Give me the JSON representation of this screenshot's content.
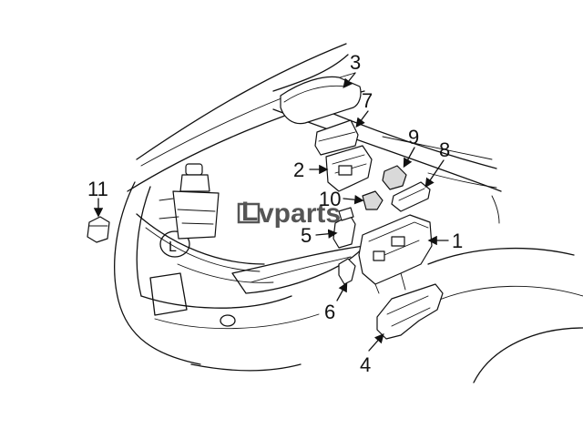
{
  "watermark": {
    "logo_letter": "L",
    "text": "vparts"
  },
  "callouts": [
    {
      "id": "1",
      "label": "1"
    },
    {
      "id": "2",
      "label": "2"
    },
    {
      "id": "3",
      "label": "3"
    },
    {
      "id": "4",
      "label": "4"
    },
    {
      "id": "5",
      "label": "5"
    },
    {
      "id": "6",
      "label": "6"
    },
    {
      "id": "7",
      "label": "7"
    },
    {
      "id": "8",
      "label": "8"
    },
    {
      "id": "9",
      "label": "9"
    },
    {
      "id": "10",
      "label": "10"
    },
    {
      "id": "11",
      "label": "11"
    }
  ]
}
